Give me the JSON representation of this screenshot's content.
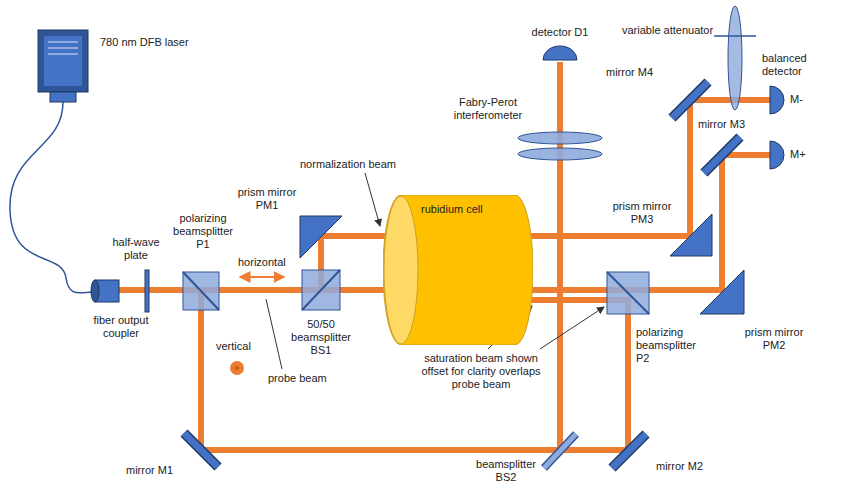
{
  "diagram": {
    "nodes": [
      {
        "text": [
          "rubidium cell"
        ]
      }
    ],
    "labels": [
      "780 nm DFB laser",
      "half-wave plate",
      "polarizing beamsplitter P1",
      "horizontal",
      "vertical",
      "probe beam",
      "fiber output coupler",
      "mirror M1",
      "prism mirror PM1",
      "normalization beam",
      "50/50 beamsplitter BS1",
      "detector D1",
      "Fabry-Perot interferometer",
      "variable attenuator",
      "balanced detector",
      "M-",
      "M+",
      "mirror M4",
      "mirror M3",
      "prism mirror PM3",
      "prism mirror PM2",
      "polarizing beamsplitter P2",
      "saturation beam shown offset for clarity overlaps probe beam",
      "beamsplitter BS2",
      "mirror M2"
    ]
  }
}
